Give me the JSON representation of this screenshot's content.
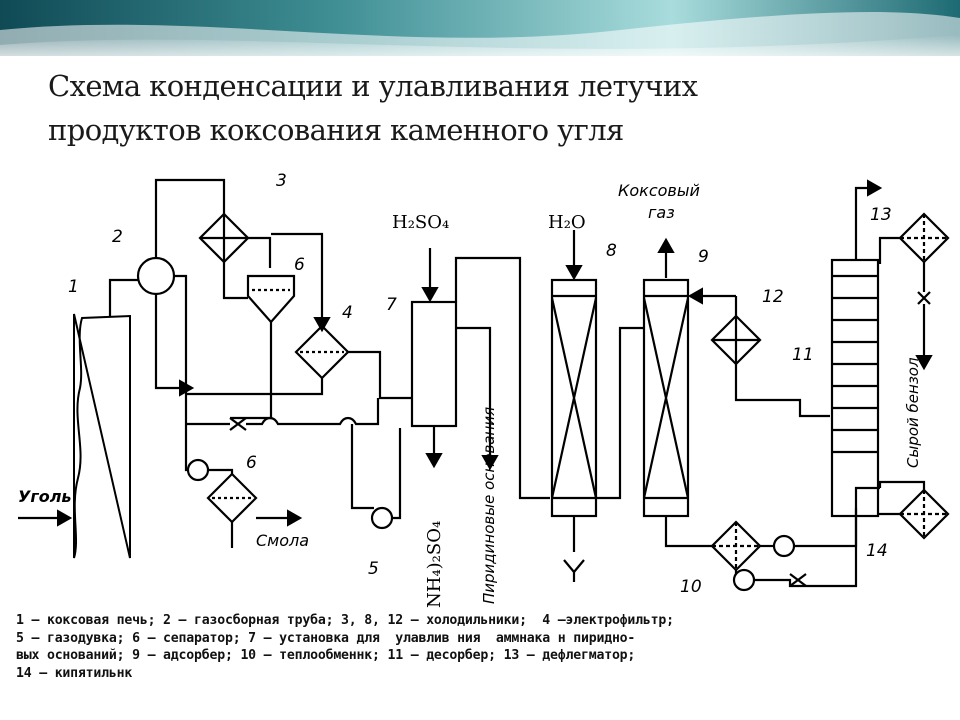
{
  "slide": {
    "title_line1": "Схема конденсации и улавливания летучих",
    "title_line2": "продуктов коксования  каменного угля"
  },
  "diagram": {
    "inputs": {
      "h2so4": "H₂SO₄",
      "h2o": "H₂O",
      "coke_gas_line1": "Коксовый",
      "coke_gas_line2": "газ",
      "coal": "Уголь"
    },
    "outputs": {
      "tar": "Смола",
      "ammonium_sulfate": "NH₄)₂SO₄",
      "pyridine_bases": "Пиридиновые основания",
      "crude_benzene": "Сырой бензол"
    },
    "numbers": [
      "1",
      "2",
      "3",
      "4",
      "5",
      "6",
      "6",
      "7",
      "8",
      "9",
      "10",
      "11",
      "12",
      "13",
      "14"
    ]
  },
  "legend": {
    "line1": "1 — коксовая печь; 2 — газосборная труба; 3, 8, 12 — холодильники;  4 —электрофильтр;",
    "line2": "5 — газодувка; 6 — сепаратор; 7 — установка для  улавлив ния  аммнака н пиридно-",
    "line3": "вых оснований; 9 — адсорбер; 10 — теплообменнк; 11 — десорбер; 13 — дефлегматор;",
    "line4": "14 — кипятильнк"
  },
  "colors": {
    "banner_dark": "#0f4a55",
    "banner_light": "#7fc8cc"
  }
}
